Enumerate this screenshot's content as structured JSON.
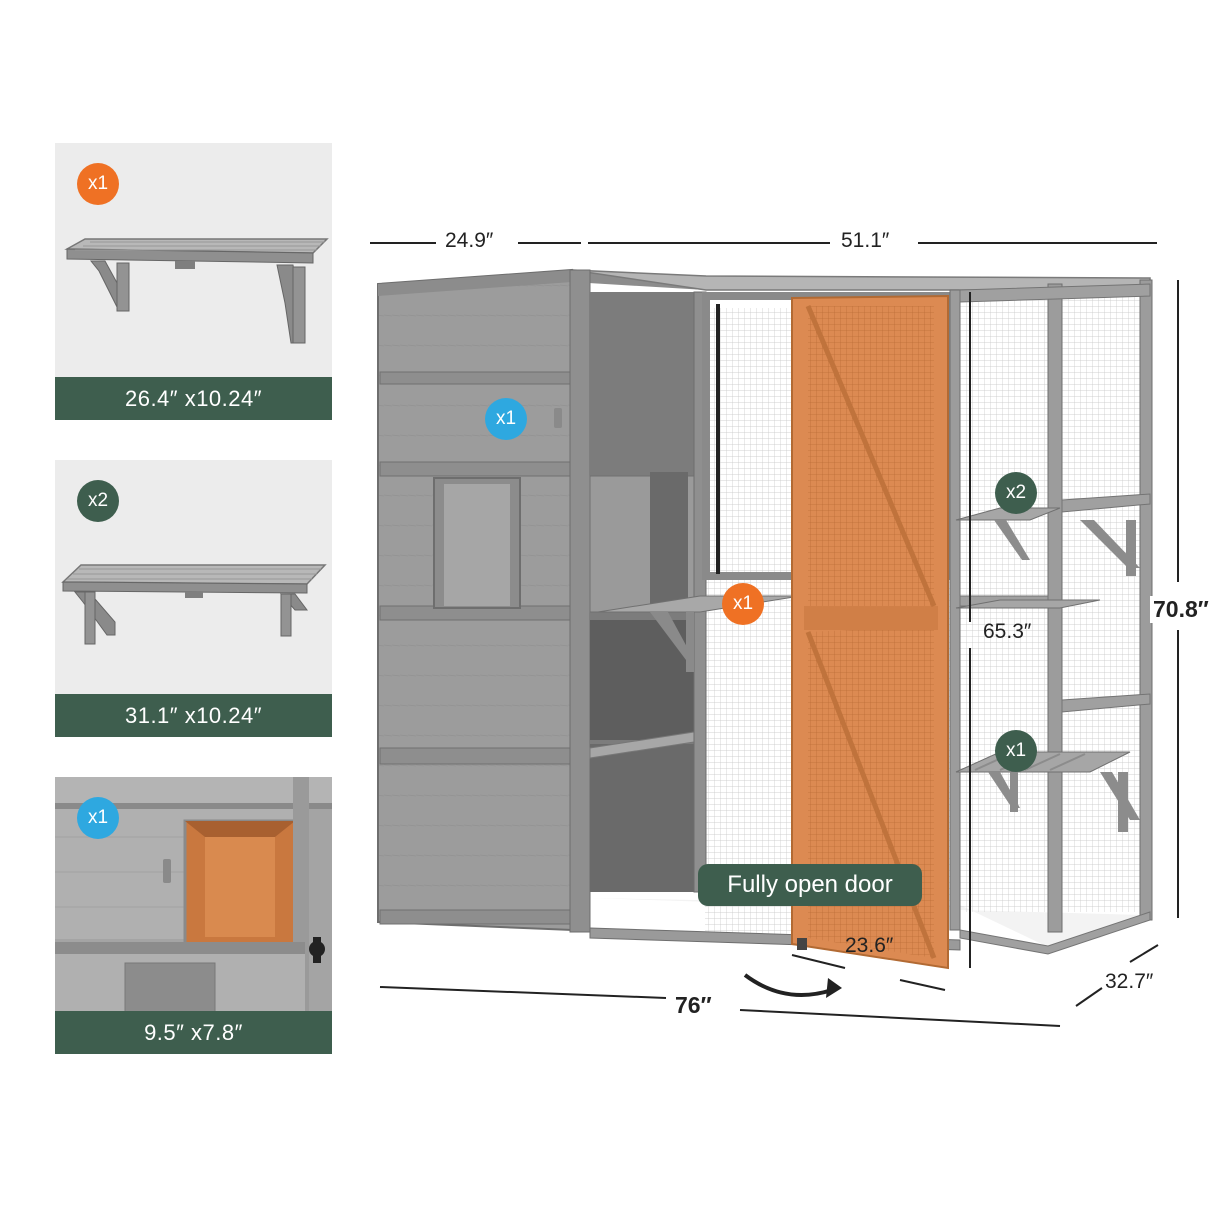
{
  "panels": [
    {
      "badge": "x1",
      "badge_color": "#ef7124",
      "caption": "26.4″  x10.24″"
    },
    {
      "badge": "x2",
      "badge_color": "#3e5e4e",
      "caption": "31.1″  x10.24″"
    },
    {
      "badge": "x1",
      "badge_color": "#2ea8e0",
      "caption": "9.5″  x7.8″"
    }
  ],
  "dimensions": {
    "left_width": "24.9″",
    "main_width": "51.1″",
    "height": "70.8″",
    "inner_height": "65.3″",
    "door_width": "23.6″",
    "total_length": "76″",
    "depth": "32.7″"
  },
  "callouts": {
    "house_door_badge": "x1",
    "front_shelf_badge": "x1",
    "upper_shelves_badge": "x2",
    "lower_shelf_badge": "x1"
  },
  "door_label": "Fully open door",
  "colors": {
    "wood": "#9a9a9a",
    "wood_dark": "#6e6e6e",
    "door": "#d9874e",
    "orange_badge": "#ef7124",
    "green_badge": "#3e5e4e",
    "blue_badge": "#2ea8e0"
  }
}
